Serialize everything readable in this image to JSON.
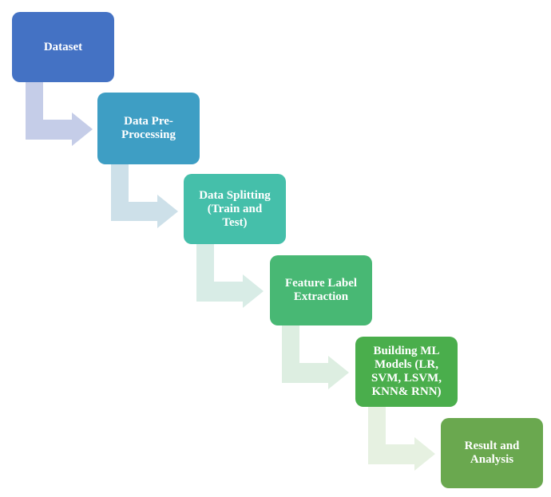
{
  "flow": {
    "steps": [
      {
        "label": "Dataset",
        "color": "#4472c4"
      },
      {
        "label": "Data Pre-\nProcessing",
        "color": "#3e9ec4"
      },
      {
        "label": "Data Splitting\n(Train and\nTest)",
        "color": "#45bfaa"
      },
      {
        "label": "Feature Label\nExtraction",
        "color": "#48b874"
      },
      {
        "label": "Building ML\nModels (LR,\nSVM, LSVM,\nKNN& RNN)",
        "color": "#4aae4c"
      },
      {
        "label": "Result and\nAnalysis",
        "color": "#6aa84f"
      }
    ],
    "arrow_colors": [
      "#c5cde8",
      "#cde0e9",
      "#d8ece6",
      "#ddeee1",
      "#e6f1e1"
    ]
  }
}
